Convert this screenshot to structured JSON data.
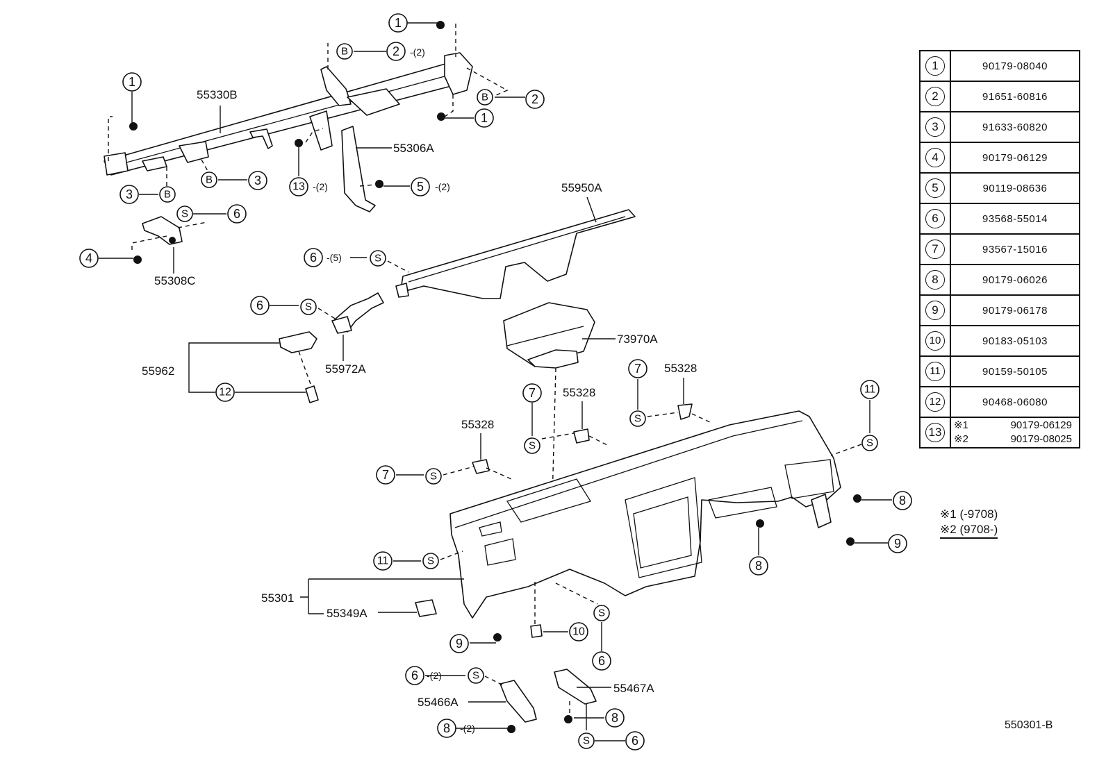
{
  "diagram": {
    "part_labels": {
      "p55330B": "55330B",
      "p55306A": "55306A",
      "p55308C": "55308C",
      "p55950A": "55950A",
      "p55972A": "55972A",
      "p55962": "55962",
      "p73970A": "73970A",
      "p55328": "55328",
      "p55301": "55301",
      "p55349A": "55349A",
      "p55466A": "55466A",
      "p55467A": "55467A"
    },
    "ref_symbols": {
      "b": "B",
      "s": "S",
      "n1": "1",
      "n2": "2",
      "n3": "3",
      "n4": "4",
      "n5": "5",
      "n6": "6",
      "n7": "7",
      "n8": "8",
      "n9": "9",
      "n10": "10",
      "n11": "11",
      "n12": "12",
      "n13": "13"
    },
    "quantities": {
      "q2": "-(2)",
      "q5": "-(5)"
    }
  },
  "parts_table": {
    "rows": [
      {
        "ref": "1",
        "part_no": "90179-08040"
      },
      {
        "ref": "2",
        "part_no": "91651-60816"
      },
      {
        "ref": "3",
        "part_no": "91633-60820"
      },
      {
        "ref": "4",
        "part_no": "90179-06129"
      },
      {
        "ref": "5",
        "part_no": "90119-08636"
      },
      {
        "ref": "6",
        "part_no": "93568-55014"
      },
      {
        "ref": "7",
        "part_no": "93567-15016"
      },
      {
        "ref": "8",
        "part_no": "90179-06026"
      },
      {
        "ref": "9",
        "part_no": "90179-06178"
      },
      {
        "ref": "10",
        "part_no": "90183-05103"
      },
      {
        "ref": "11",
        "part_no": "90159-50105"
      },
      {
        "ref": "12",
        "part_no": "90468-06080"
      }
    ],
    "row13": {
      "ref": "13",
      "sub1_mark": "※1",
      "sub1_part": "90179-06129",
      "sub2_mark": "※2",
      "sub2_part": "90179-08025"
    }
  },
  "notes": {
    "note1_mark": "※1",
    "note1_text": "(-9708)",
    "note2_mark": "※2",
    "note2_text": "(9708-)"
  },
  "drawing_code": "550301-B"
}
